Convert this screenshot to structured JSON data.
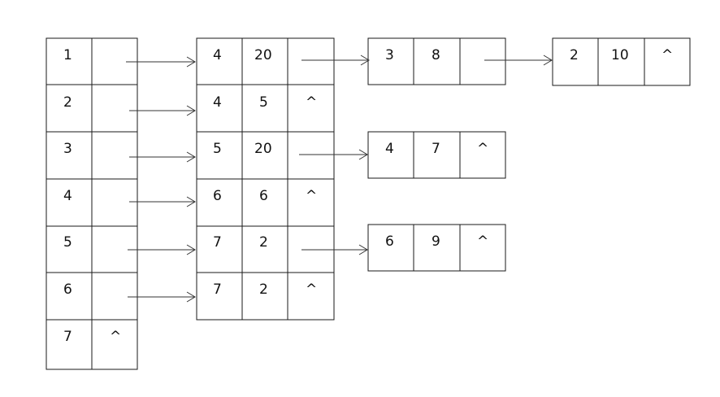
{
  "headers": {
    "rows": [
      {
        "id": "1",
        "link": ""
      },
      {
        "id": "2",
        "link": ""
      },
      {
        "id": "3",
        "link": ""
      },
      {
        "id": "4",
        "link": ""
      },
      {
        "id": "5",
        "link": ""
      },
      {
        "id": "6",
        "link": ""
      },
      {
        "id": "7",
        "link": "^"
      }
    ]
  },
  "level1": {
    "nodes": [
      {
        "a": "4",
        "b": "20",
        "next": ""
      },
      {
        "a": "4",
        "b": "5",
        "next": "^"
      },
      {
        "a": "5",
        "b": "20",
        "next": ""
      },
      {
        "a": "6",
        "b": "6",
        "next": "^"
      },
      {
        "a": "7",
        "b": "2",
        "next": ""
      },
      {
        "a": "7",
        "b": "2",
        "next": "^"
      }
    ]
  },
  "level2": {
    "row1": {
      "a": "3",
      "b": "8",
      "next": ""
    },
    "row3": {
      "a": "4",
      "b": "7",
      "next": "^"
    },
    "row5": {
      "a": "6",
      "b": "9",
      "next": "^"
    }
  },
  "level3": {
    "row1": {
      "a": "2",
      "b": "10",
      "next": "^"
    }
  }
}
